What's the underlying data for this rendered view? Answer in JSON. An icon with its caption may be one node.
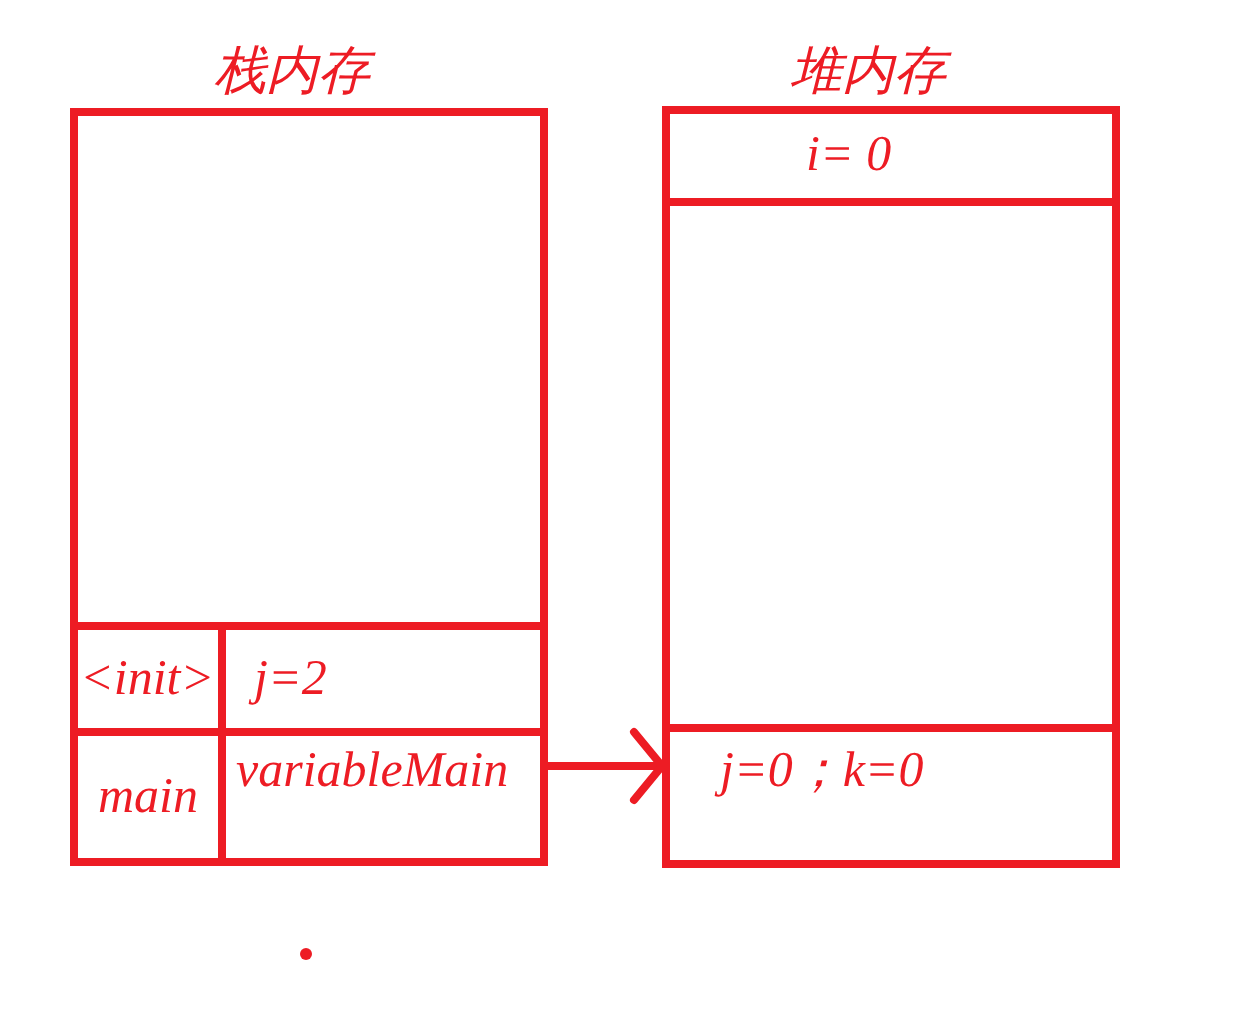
{
  "diagram": {
    "nodes": [
      {
        "text": [
          "栈内存"
        ]
      },
      {
        "text": [
          "<init>"
        ],
        "in": 0
      },
      {
        "text": [
          "j=2"
        ],
        "in": 0
      },
      {
        "text": [
          "main"
        ],
        "in": 0
      },
      {
        "text": [
          "variableMain"
        ],
        "in": 0
      },
      {
        "text": [
          "堆内存"
        ]
      },
      {
        "text": [
          "i= 0"
        ],
        "in": 5
      },
      {
        "text": [
          "j=0；k=0"
        ],
        "in": 5
      }
    ],
    "edges": [
      {
        "from": 4,
        "to": 7,
        "arrow": "to"
      }
    ]
  }
}
